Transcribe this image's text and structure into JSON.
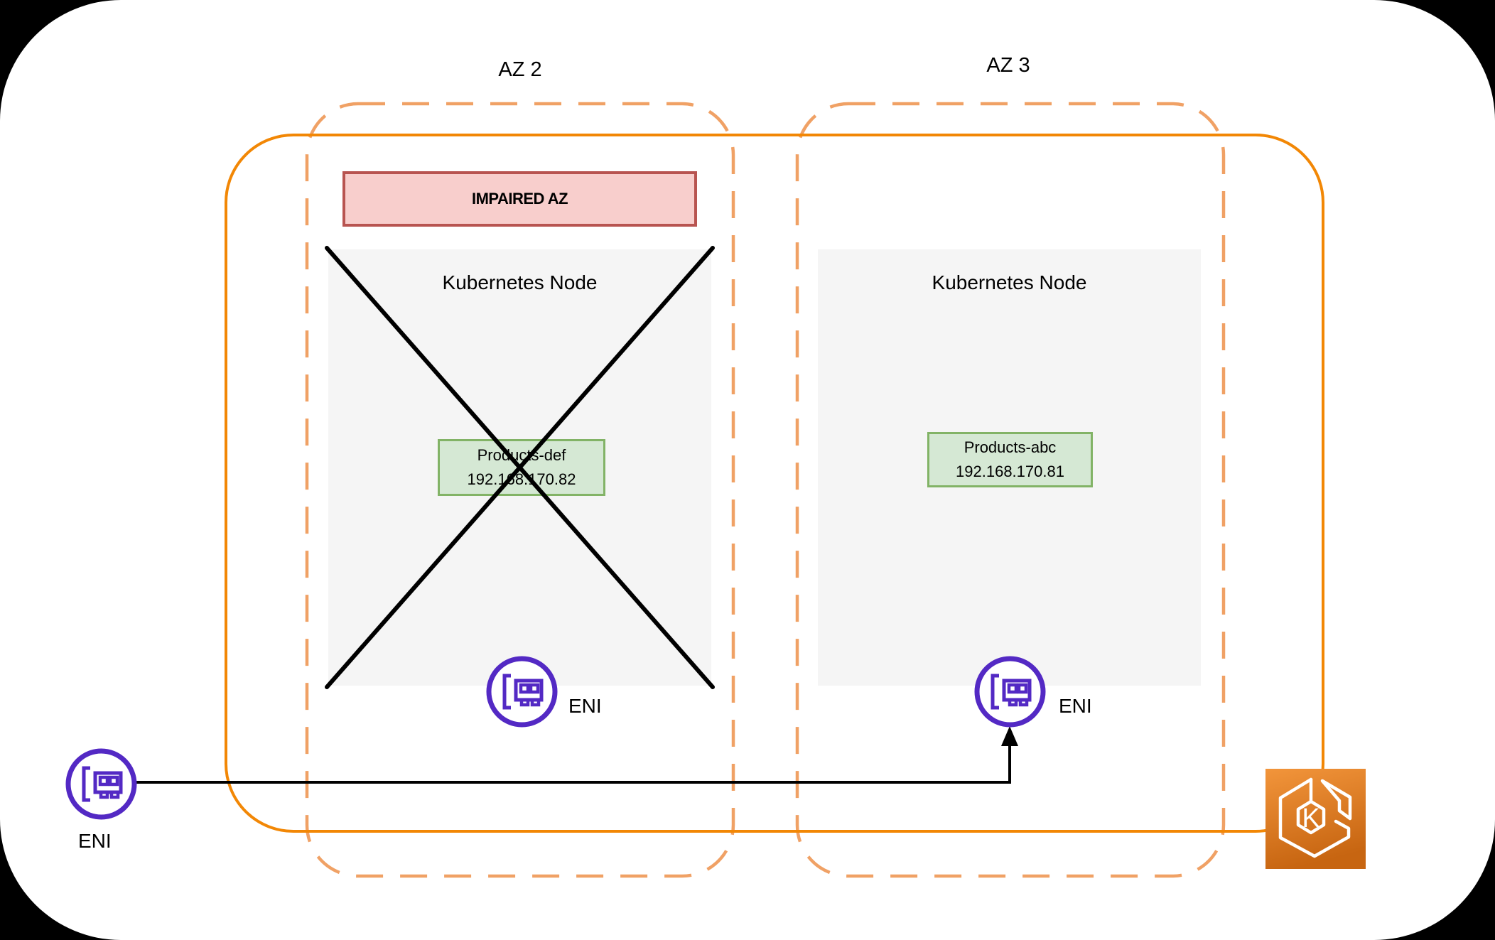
{
  "diagram": {
    "az2": {
      "label": "AZ 2"
    },
    "az3": {
      "label": "AZ 3"
    },
    "impaired_banner": {
      "text": "IMPAIRED AZ"
    },
    "nodes": {
      "az2": {
        "title": "Kubernetes Node",
        "status": "impaired-crossed-out",
        "pod": {
          "name": "Products-def",
          "ip": "192.168.170.82"
        },
        "eni_label": "ENI"
      },
      "az3": {
        "title": "Kubernetes Node",
        "status": "healthy",
        "pod": {
          "name": "Products-abc",
          "ip": "192.168.170.81"
        },
        "eni_label": "ENI"
      }
    },
    "external_eni": {
      "label": "ENI"
    },
    "eks": {
      "letter": "K"
    }
  },
  "colors": {
    "cluster_boundary_orange": "#F28705",
    "az_dashed_orange": "#F0A165",
    "impaired_fill": "#F8CECC",
    "impaired_stroke": "#B85450",
    "pod_fill": "#D5E8D4",
    "pod_stroke": "#82B366",
    "node_fill": "#F5F5F5",
    "eni_purple": "#5329C4",
    "eks_gradient_top": "#F2953B",
    "eks_gradient_bottom": "#C76511",
    "failure_cross": "#000000",
    "connector": "#000000"
  }
}
